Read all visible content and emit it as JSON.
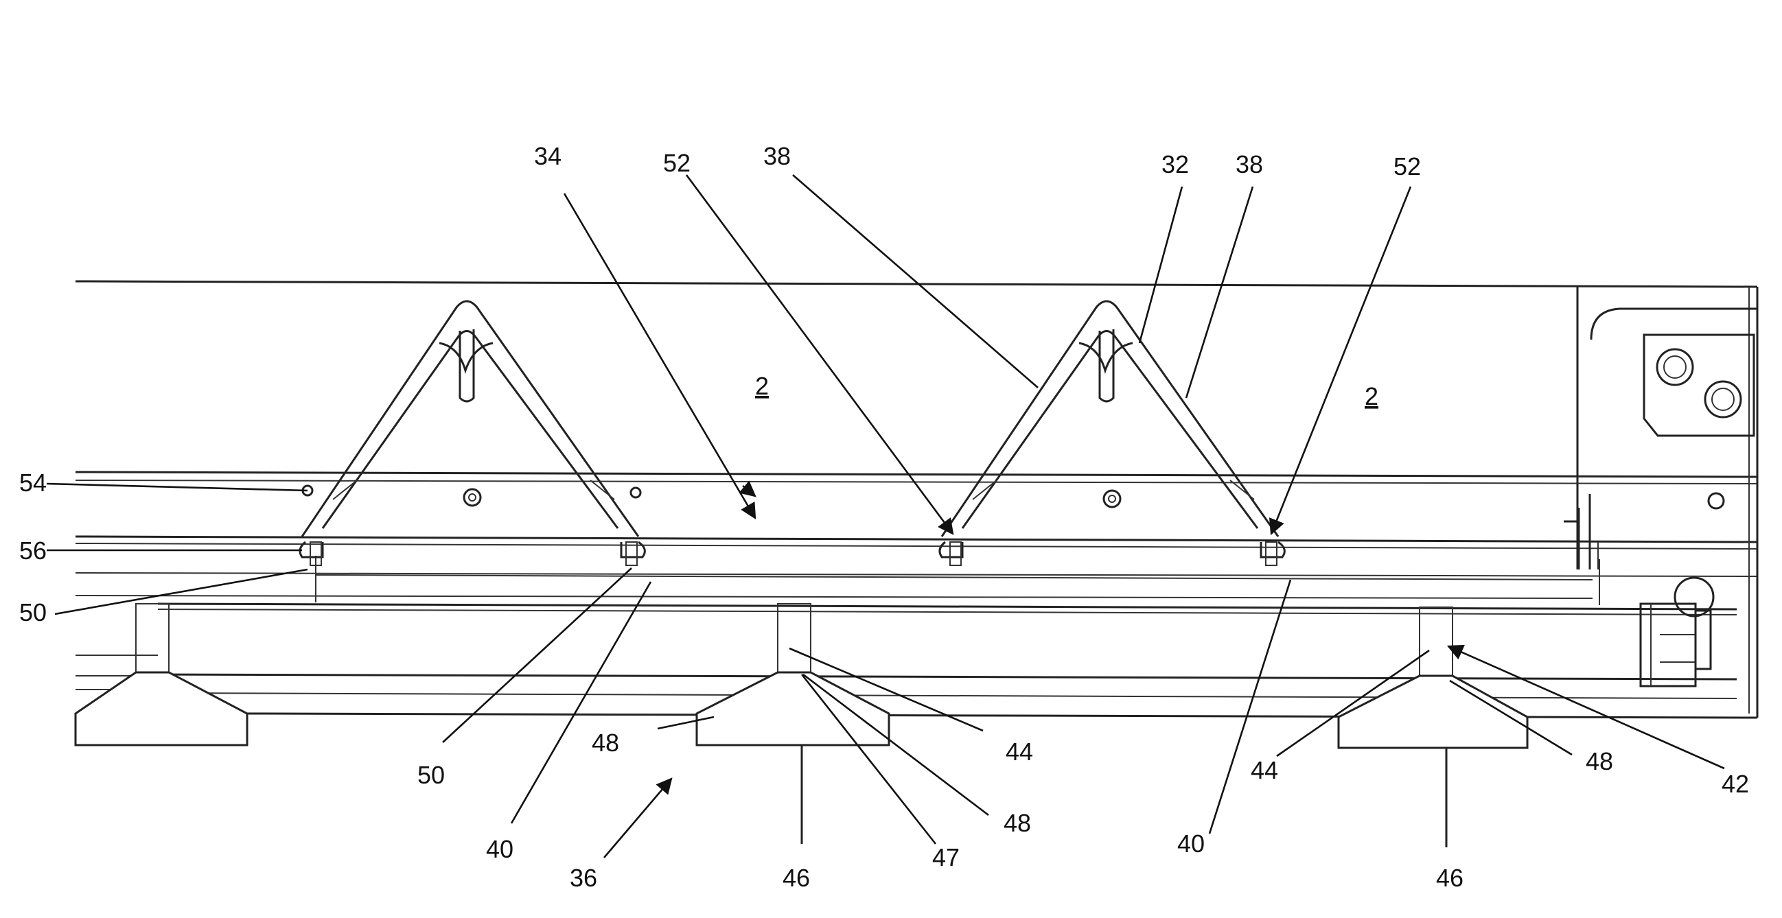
{
  "figure": {
    "reference_numerals": [
      {
        "id": "34",
        "text": "34"
      },
      {
        "id": "52a",
        "text": "52"
      },
      {
        "id": "38a",
        "text": "38"
      },
      {
        "id": "32",
        "text": "32"
      },
      {
        "id": "38b",
        "text": "38"
      },
      {
        "id": "52b",
        "text": "52"
      },
      {
        "id": "2a",
        "text": "2"
      },
      {
        "id": "2b",
        "text": "2"
      },
      {
        "id": "54",
        "text": "54"
      },
      {
        "id": "56",
        "text": "56"
      },
      {
        "id": "50a",
        "text": "50"
      },
      {
        "id": "50b",
        "text": "50"
      },
      {
        "id": "40a",
        "text": "40"
      },
      {
        "id": "48a",
        "text": "48"
      },
      {
        "id": "44a",
        "text": "44"
      },
      {
        "id": "48b",
        "text": "48"
      },
      {
        "id": "47",
        "text": "47"
      },
      {
        "id": "46a",
        "text": "46"
      },
      {
        "id": "36",
        "text": "36"
      },
      {
        "id": "40b",
        "text": "40"
      },
      {
        "id": "44b",
        "text": "44"
      },
      {
        "id": "46b",
        "text": "46"
      },
      {
        "id": "48c",
        "text": "48"
      },
      {
        "id": "42",
        "text": "42"
      }
    ]
  }
}
